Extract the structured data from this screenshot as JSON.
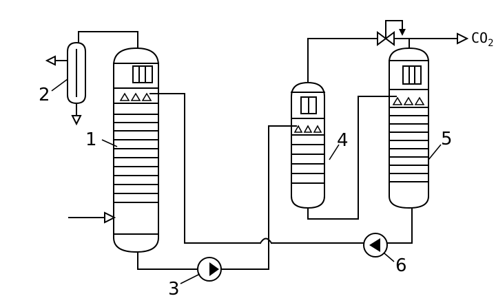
{
  "labels": {
    "column_1": "1",
    "cooler_2": "2",
    "pump_3": "3",
    "column_4": "4",
    "column_5": "5",
    "pump_6": "6"
  },
  "output": {
    "gas": "CO",
    "gas_subscript": "2"
  },
  "icons": {
    "flow_arrow": "open-triangle-arrow",
    "pump": "circle-with-triangle",
    "valve": "bowtie-valve",
    "distributor": "triangles"
  }
}
